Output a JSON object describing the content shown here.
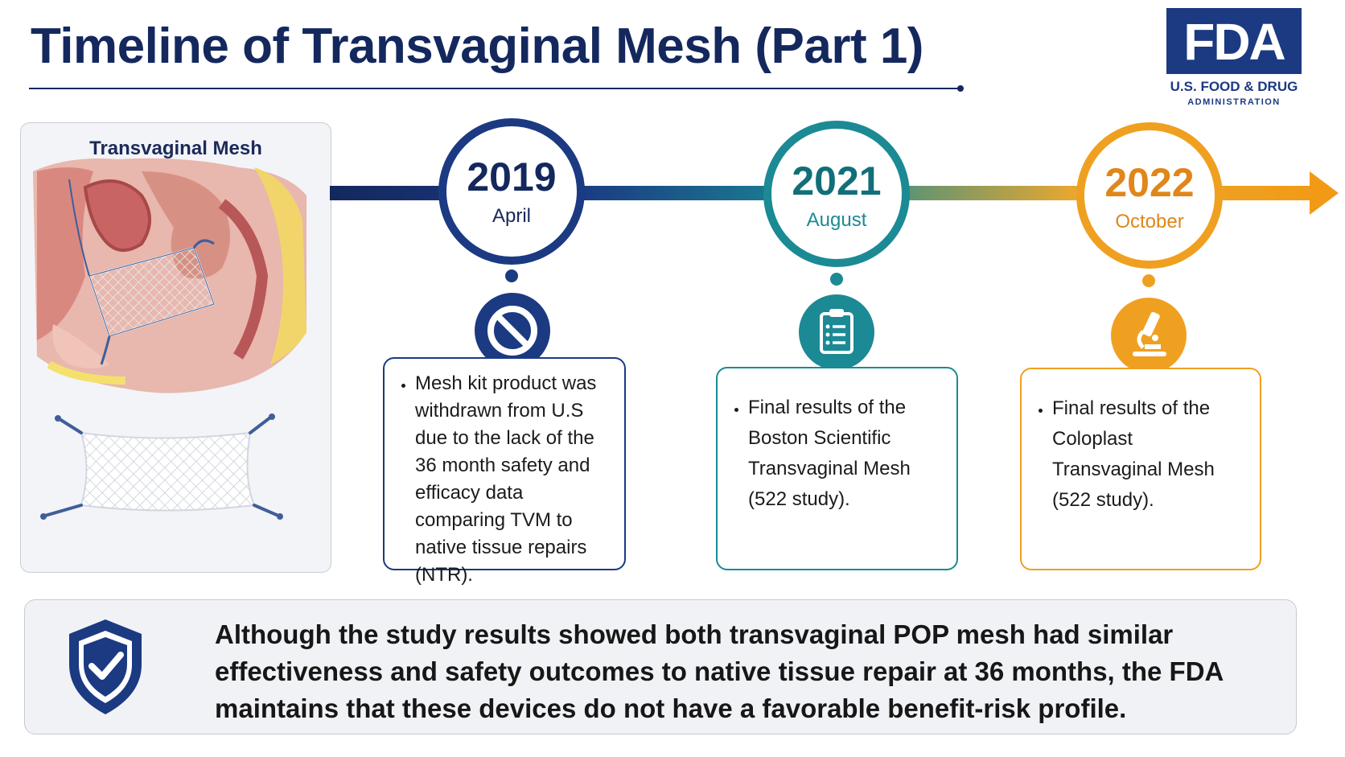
{
  "title": "Timeline of Transvaginal Mesh (Part 1)",
  "logo": {
    "mark": "FDA",
    "line1": "U.S. FOOD & DRUG",
    "line2": "ADMINISTRATION"
  },
  "image_panel": {
    "title": "Transvaginal Mesh"
  },
  "colors": {
    "navy": "#1b3a82",
    "teal": "#1b8a94",
    "orange": "#f0a020"
  },
  "timeline": [
    {
      "year": "2019",
      "month": "April",
      "icon": "prohibited-icon",
      "text": "Mesh kit product was withdrawn from U.S due to the lack of the 36 month safety and efficacy data comparing TVM to native tissue repairs (NTR)."
    },
    {
      "year": "2021",
      "month": "August",
      "icon": "clipboard-icon",
      "text": "Final results of the Boston Scientific Transvaginal Mesh (522 study)."
    },
    {
      "year": "2022",
      "month": "October",
      "icon": "microscope-icon",
      "text": "Final results of the Coloplast Transvaginal Mesh (522 study)."
    }
  ],
  "conclusion": {
    "icon": "shield-check-icon",
    "text": "Although the study results showed both transvaginal POP mesh had similar effectiveness and safety outcomes to native tissue repair at 36 months,  the FDA maintains that these devices do not have a favorable benefit-risk profile."
  }
}
